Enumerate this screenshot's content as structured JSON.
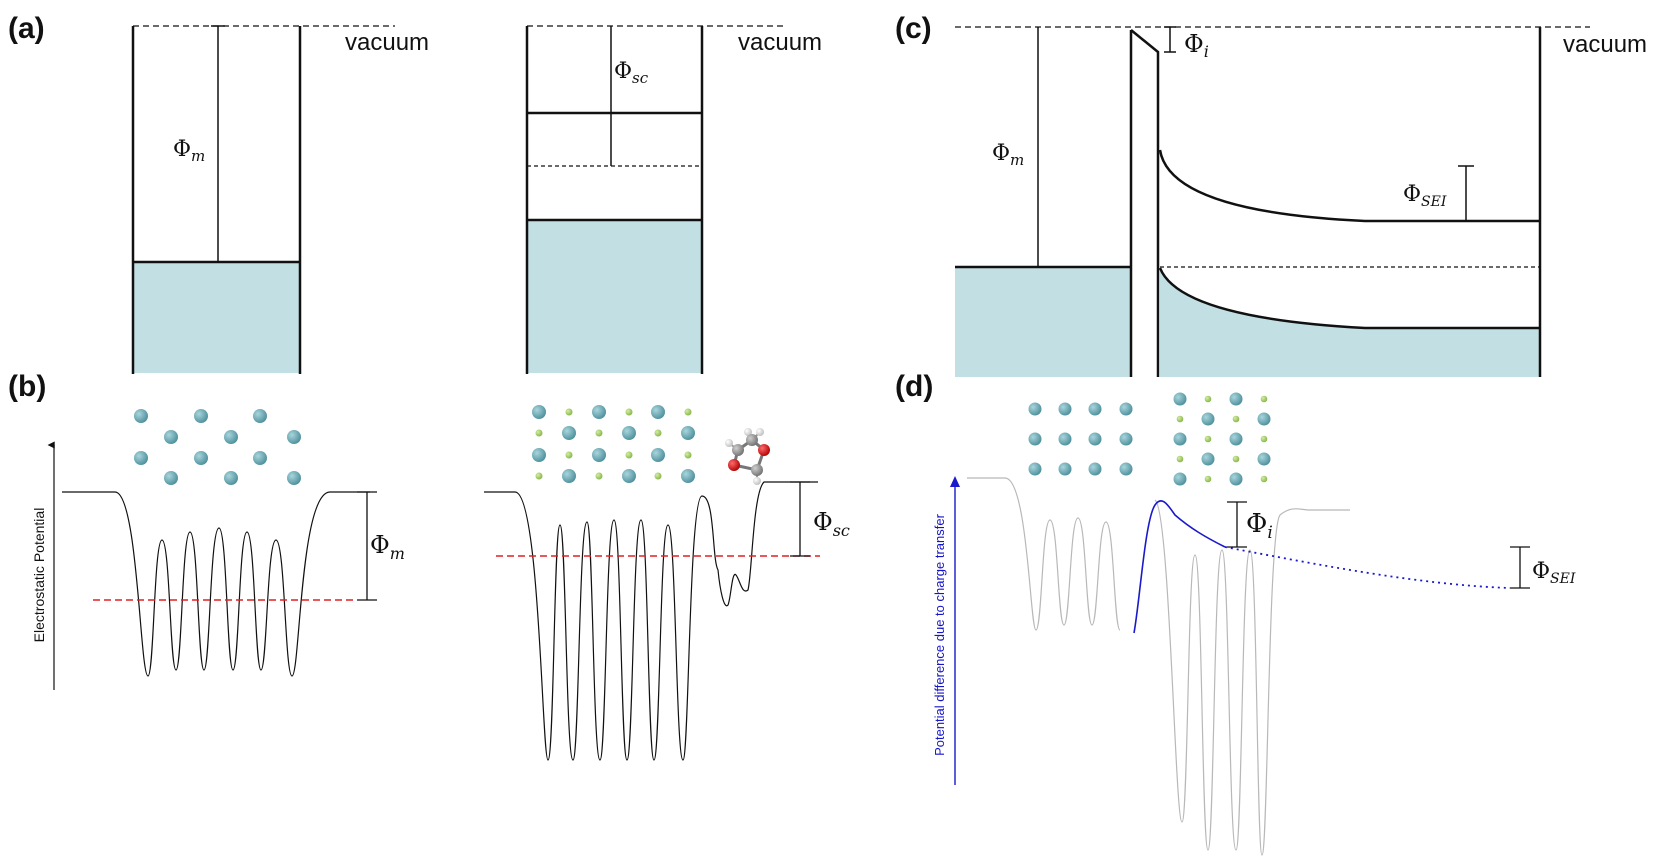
{
  "panels": {
    "a": "(a)",
    "b": "(b)",
    "c": "(c)",
    "d": "(d)"
  },
  "labels": {
    "vacuum": "vacuum",
    "phi": "Φ",
    "m": "m",
    "sc": "sc",
    "i": "i",
    "sei": "SEI"
  },
  "axes": {
    "electrostatic": "Electrostatic Potential",
    "charge_transfer": "Potential difference due to charge transfer"
  },
  "colors": {
    "fill": "#c2dfe3",
    "atom_large": "#5fa3ae",
    "atom_small": "#9cc95a",
    "fermi_dash": "#e02020",
    "blue": "#1a1acc",
    "grey": "#b8b8b8",
    "oxygen": "#d01010",
    "carbon": "#8a8a8a",
    "hydrogen": "#e6e6e6"
  }
}
